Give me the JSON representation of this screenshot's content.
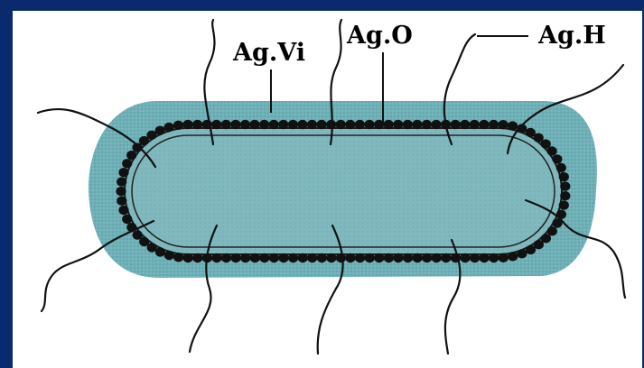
{
  "labels": {
    "vi": "Ag.Vi",
    "o": "Ag.O",
    "h": "Ag.H"
  },
  "colors": {
    "frame": "#0b2a6e",
    "capsule": "#6fb0b7",
    "cell": "#86bec4",
    "membrane": "#111111"
  }
}
